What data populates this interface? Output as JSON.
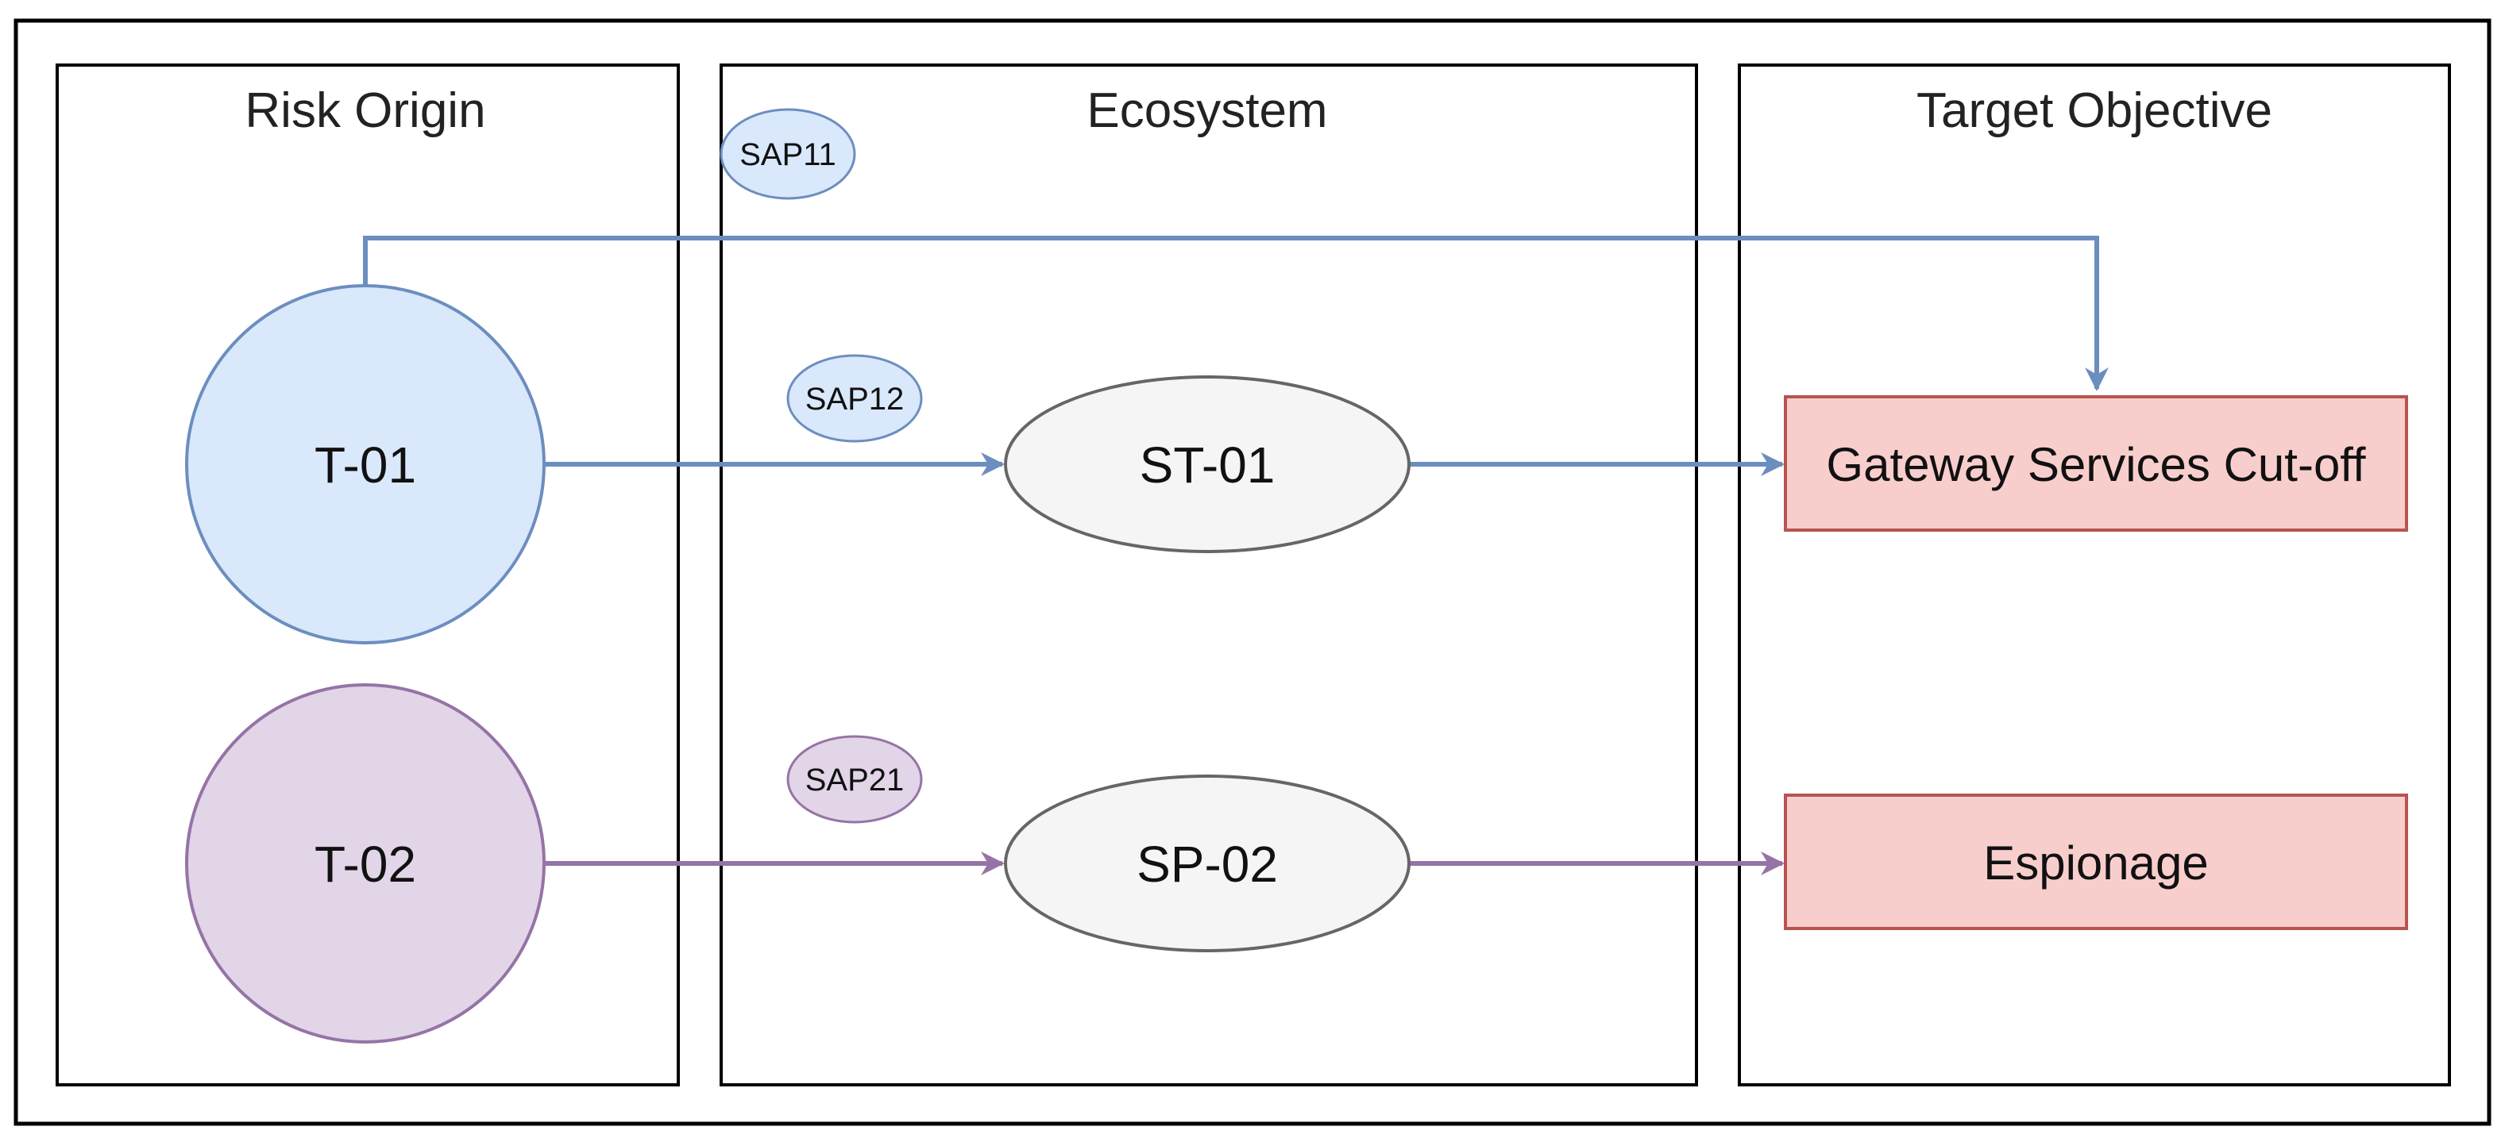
{
  "lanes": [
    {
      "key": "risk_origin",
      "title": "Risk Origin"
    },
    {
      "key": "ecosystem",
      "title": "Ecosystem"
    },
    {
      "key": "target_objective",
      "title": "Target Objective"
    }
  ],
  "risk_sources": [
    {
      "id": "t01",
      "label": "T-01",
      "color": "#dae8fc",
      "stroke": "#6c8ebf"
    },
    {
      "id": "t02",
      "label": "T-02",
      "color": "#e1d5e7",
      "stroke": "#9673a6"
    }
  ],
  "stakeholders": [
    {
      "id": "st01",
      "label": "ST-01",
      "color": "#f5f5f5",
      "stroke": "#666666"
    },
    {
      "id": "sp02",
      "label": "SP-02",
      "color": "#f5f5f5",
      "stroke": "#666666"
    }
  ],
  "paths": [
    {
      "id": "sap11",
      "label": "SAP11",
      "color": "#dae8fc",
      "stroke": "#6c8ebf"
    },
    {
      "id": "sap12",
      "label": "SAP12",
      "color": "#dae8fc",
      "stroke": "#6c8ebf"
    },
    {
      "id": "sap21",
      "label": "SAP21",
      "color": "#e1d5e7",
      "stroke": "#9673a6"
    }
  ],
  "objectives": [
    {
      "id": "gateway",
      "label": "Gateway Services Cut-off",
      "color": "#f8cecc",
      "stroke": "#b85450"
    },
    {
      "id": "espionage",
      "label": "Espionage",
      "color": "#f8cecc",
      "stroke": "#b85450"
    }
  ],
  "edge_colors": {
    "blue": "#6c8ebf",
    "purple": "#9673a6"
  }
}
